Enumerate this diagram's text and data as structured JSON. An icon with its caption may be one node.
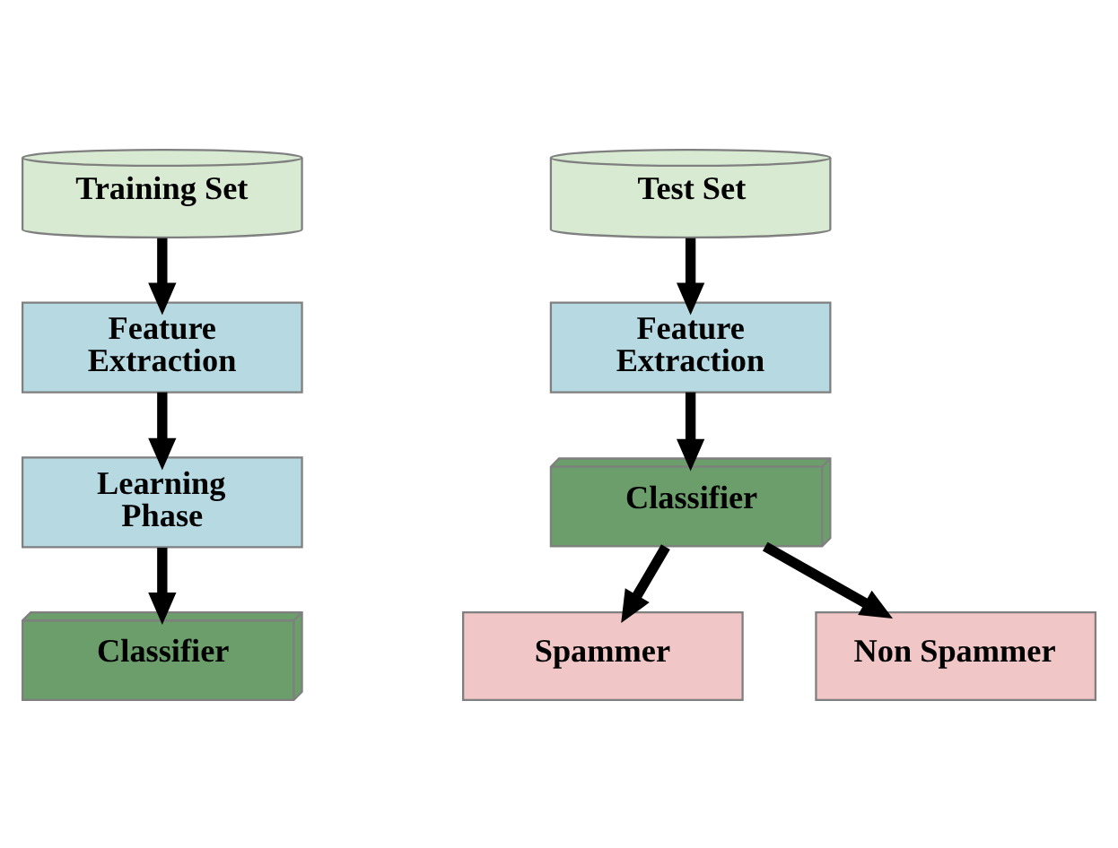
{
  "diagram": {
    "nodes": [
      {
        "text": [
          "Training Set"
        ]
      },
      {
        "text": [
          "Feature Extraction"
        ]
      },
      {
        "text": [
          "Learning Phase"
        ]
      },
      {
        "text": [
          "Classifier"
        ]
      },
      {
        "text": [
          "Test Set"
        ]
      },
      {
        "text": [
          "Feature Extraction"
        ]
      },
      {
        "text": [
          "Classifier"
        ]
      },
      {
        "text": [
          "Spammer"
        ]
      },
      {
        "text": [
          "Non Spammer"
        ]
      }
    ],
    "edges": [
      {
        "from": 0,
        "to": 1,
        "arrow": "to"
      },
      {
        "from": 1,
        "to": 2,
        "arrow": "to"
      },
      {
        "from": 2,
        "to": 3,
        "arrow": "to"
      },
      {
        "from": 4,
        "to": 5,
        "arrow": "to"
      },
      {
        "from": 5,
        "to": 6,
        "arrow": "to"
      },
      {
        "from": 6,
        "to": 7,
        "arrow": "to"
      },
      {
        "from": 6,
        "to": 8,
        "arrow": "to"
      }
    ]
  }
}
